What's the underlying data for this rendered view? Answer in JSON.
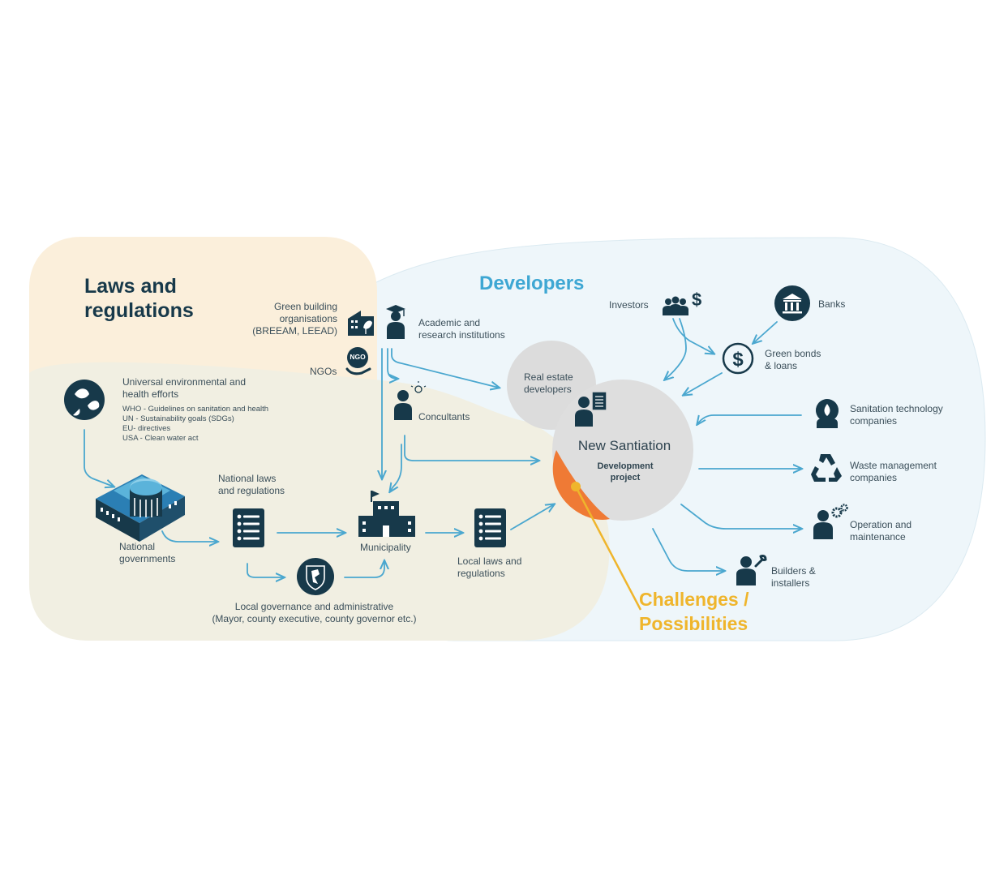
{
  "titles": {
    "laws": "Laws and\nregulations",
    "developers": "Developers",
    "challenges": "Challenges /\nPossibilities"
  },
  "center": {
    "main": "New Santiation",
    "sub": "Development\nproject"
  },
  "labels": {
    "green_building": "Green building\norganisations\n(BREEAM, LEEAD)",
    "academic": "Academic and\nresearch institutions",
    "ngos": "NGOs",
    "ngo_badge": "NGO",
    "consultants": "Concultants",
    "real_estate": "Real estate\ndevelopers",
    "investors": "Investors",
    "banks": "Banks",
    "green_bonds": "Green bonds\n& loans",
    "sanitation_tech": "Sanitation technology\ncompanies",
    "waste": "Waste management\ncompanies",
    "operation": "Operation and\nmaintenance",
    "builders": "Builders &\ninstallers",
    "universal": "Universal environmental and\nhealth efforts",
    "universal_list": "WHO - Guidelines on sanitation and health\nUN -  Sustainability goals (SDGs)\nEU- directives\nUSA - Clean water act",
    "national_gov": "National\ngovernments",
    "national_laws": "National laws\nand regulations",
    "municipality": "Municipality",
    "local_laws": "Local laws and\nregulations",
    "local_gov": "Local governance and administrative\n(Mayor, county executive, county governor etc.)"
  },
  "colors": {
    "laws_bg": "#fbefdb",
    "local_bg": "#f1efe2",
    "developers_bg": "#eef6fa",
    "center_circle": "#dedede",
    "overlap": "#ef7a35",
    "arrow": "#4aa7cf",
    "icon_dark": "#17394a",
    "challenges": "#efb52c",
    "developers_title": "#3ea7d3"
  }
}
